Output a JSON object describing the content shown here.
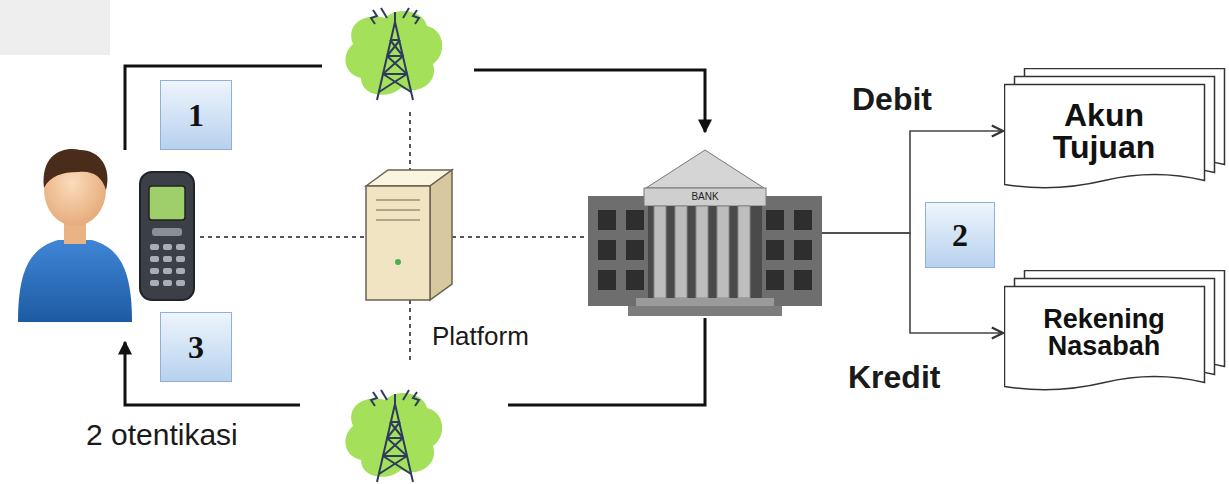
{
  "diagram": {
    "nodes": [
      {
        "text": [
          "1"
        ]
      },
      {
        "text": [
          "BANK"
        ]
      },
      {
        "text": [
          "Akun Tujuan"
        ]
      },
      {
        "text": [
          "2"
        ]
      },
      {
        "text": [
          "Rekening Nasabah"
        ]
      },
      {
        "text": [
          "3"
        ]
      }
    ],
    "edges": [
      {
        "from": 1,
        "to": 2,
        "arrow": "to"
      },
      {
        "from": 1,
        "to": 4,
        "arrow": "to"
      }
    ],
    "labels": [
      "Platform",
      "Debit",
      "Kredit",
      "2 otentikasi"
    ]
  }
}
